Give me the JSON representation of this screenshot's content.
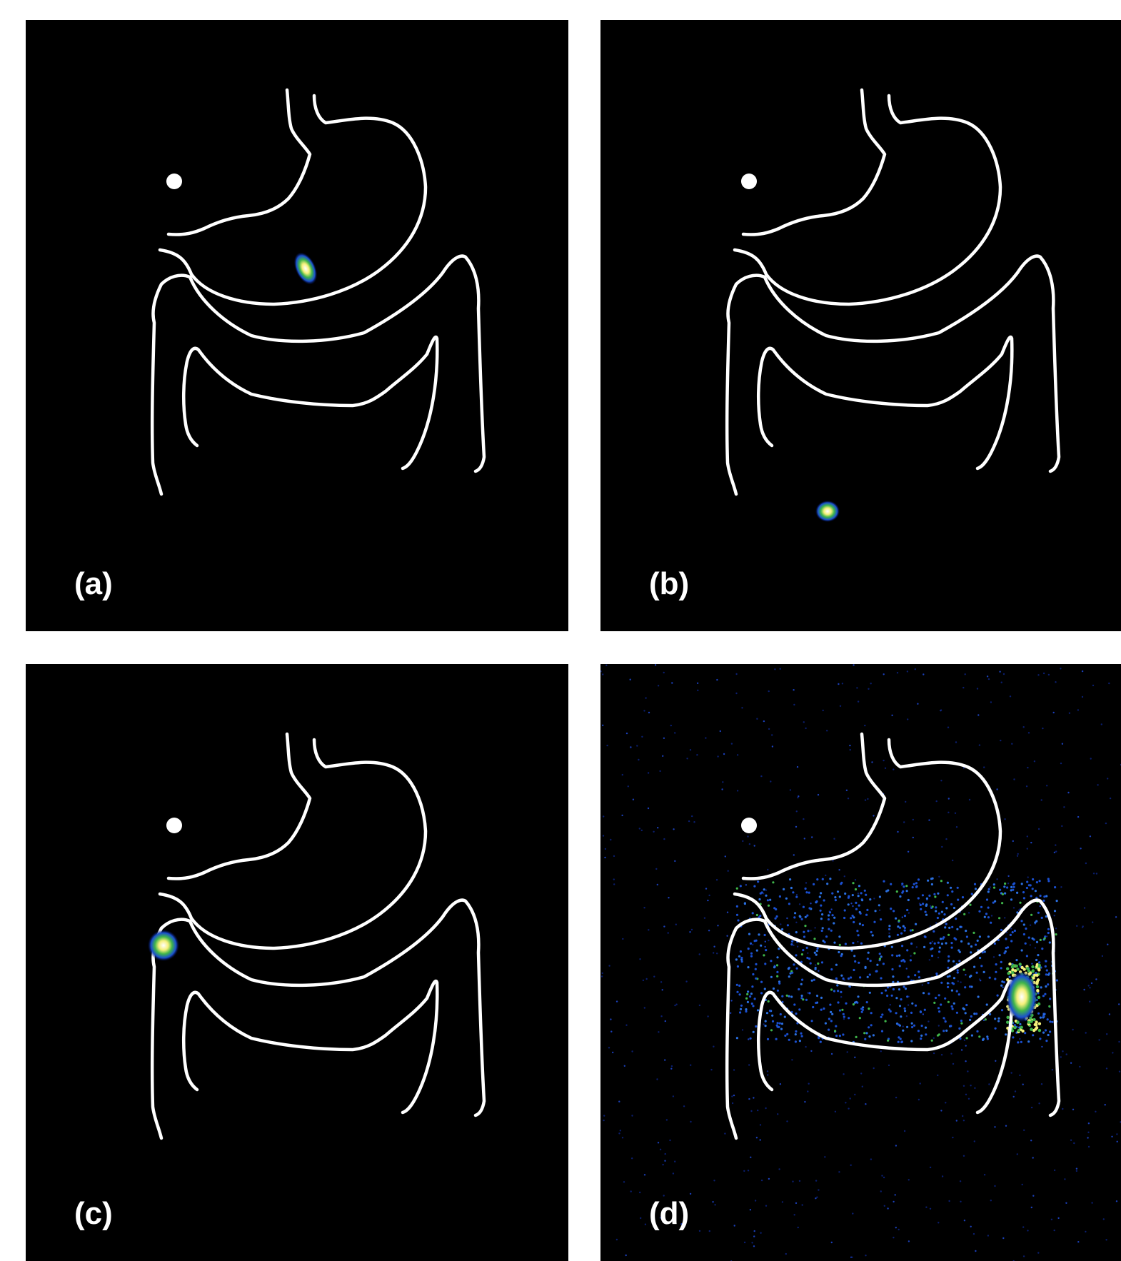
{
  "figure": {
    "outline_color": "#ffffff",
    "background_color": "#000000",
    "hotspot_colors": [
      "#ffffff",
      "#f5f07a",
      "#3fb54a",
      "#1a4fd0",
      "#001060"
    ],
    "panels": [
      {
        "id": "a",
        "label": "(a)"
      },
      {
        "id": "b",
        "label": "(b)"
      },
      {
        "id": "c",
        "label": "(c)"
      },
      {
        "id": "d",
        "label": "(d)"
      }
    ]
  }
}
